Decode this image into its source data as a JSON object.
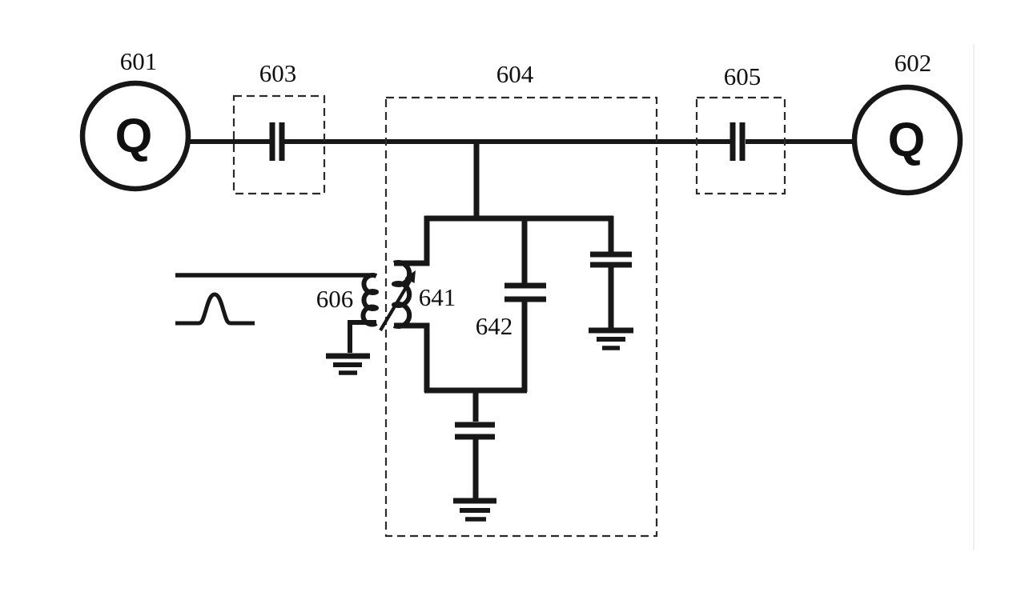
{
  "figure": {
    "qubit_left": {
      "ref": "601",
      "symbol": "Q"
    },
    "qubit_right": {
      "ref": "602",
      "symbol": "Q"
    },
    "coupling_capacitor_left": {
      "ref": "603"
    },
    "coupler_box": {
      "ref": "604"
    },
    "coupling_capacitor_right": {
      "ref": "605"
    },
    "drive_transformer": {
      "ref": "606"
    },
    "tunable_inductor": {
      "ref": "641"
    },
    "shunt_capacitor": {
      "ref": "642"
    },
    "colors": {
      "ink": "#171717",
      "dash": "#2a2a2a",
      "background": "#ffffff",
      "scan_artifact": "#e8e8e8"
    }
  }
}
